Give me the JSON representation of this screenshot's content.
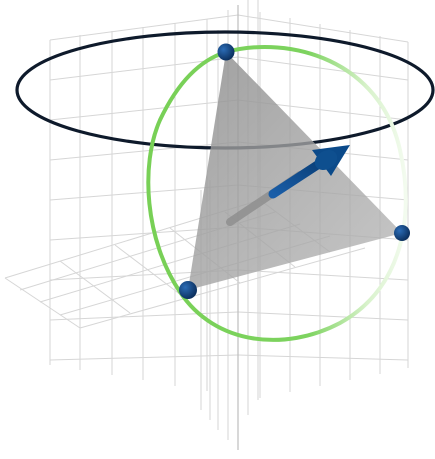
{
  "scene": {
    "colors": {
      "background": "#ffffff",
      "grid": "#d6d6d6",
      "horizontal_ring": "#0e1a2b",
      "green_ring": "#7dd35f",
      "green_ring_fade": "#e9f7e2",
      "triangle_fill": "#9a9a9a",
      "vector_arrow": "#0b4a8a",
      "vector_shadow": "#8c8c8c",
      "point_fill": "#0c3b73"
    },
    "points": [
      {
        "name": "top-point"
      },
      {
        "name": "right-point"
      },
      {
        "name": "left-point"
      }
    ]
  }
}
